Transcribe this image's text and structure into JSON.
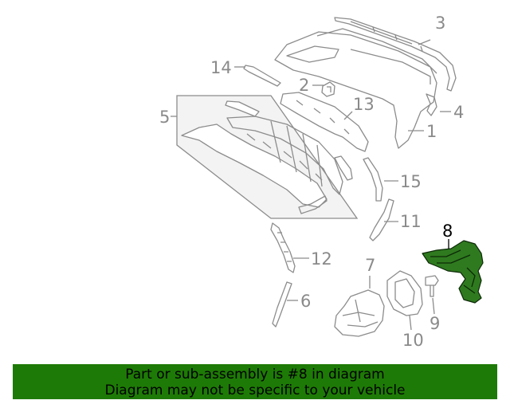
{
  "diagram": {
    "callouts": [
      "1",
      "2",
      "3",
      "4",
      "5",
      "6",
      "7",
      "8",
      "9",
      "10",
      "11",
      "12",
      "13",
      "14",
      "15"
    ],
    "highlighted_part": "8",
    "highlight_color": "#2f7a1f"
  },
  "banner": {
    "line1": "Part or sub-assembly is #8 in diagram",
    "line2": "Diagram may not be specific to your vehicle",
    "color": "#1e7a06"
  }
}
